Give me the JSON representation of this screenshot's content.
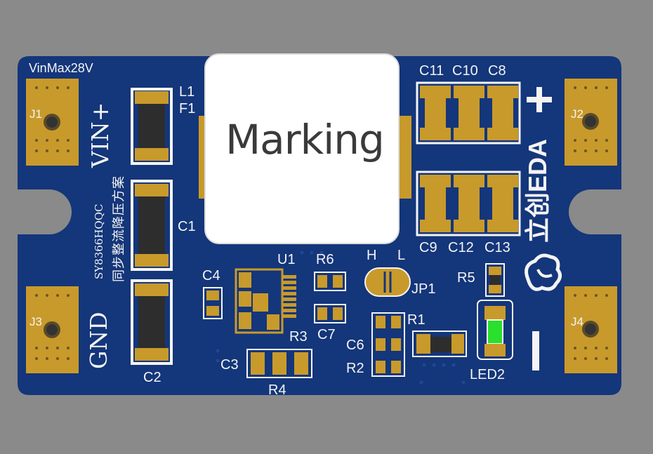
{
  "board": {
    "colors": {
      "background": "#8a8a8a",
      "board": "#14367a",
      "copper_pad": "#c89a2b",
      "silkscreen": "#f4f4f4",
      "inductor": "#ffffff",
      "led_green": "#29e02c"
    },
    "max_voltage_label": "VinMax28V",
    "inductor_marking": "Marking",
    "vin_label": "VIN+",
    "gnd_label": "GND",
    "chip_label": "SY8366HQQC",
    "chinese_desc": "同步整流降压方案",
    "logo_text": "立创EDA",
    "plus_symbol": "+",
    "minus_symbol": "-",
    "jumper_high": "H",
    "jumper_low": "L",
    "refdes": {
      "j1": "J1",
      "j2": "J2",
      "j3": "J3",
      "j4": "J4",
      "l1": "L1",
      "f1": "F1",
      "c1": "C1",
      "c2": "C2",
      "c3": "C3",
      "c4": "C4",
      "c6": "C6",
      "c7": "C7",
      "c8": "C8",
      "c9": "C9",
      "c10": "C10",
      "c11": "C11",
      "c12": "C12",
      "c13": "C13",
      "r1": "R1",
      "r2": "R2",
      "r3": "R3",
      "r4": "R4",
      "r5": "R5",
      "r6": "R6",
      "u1": "U1",
      "jp1": "JP1",
      "led2": "LED2"
    }
  }
}
